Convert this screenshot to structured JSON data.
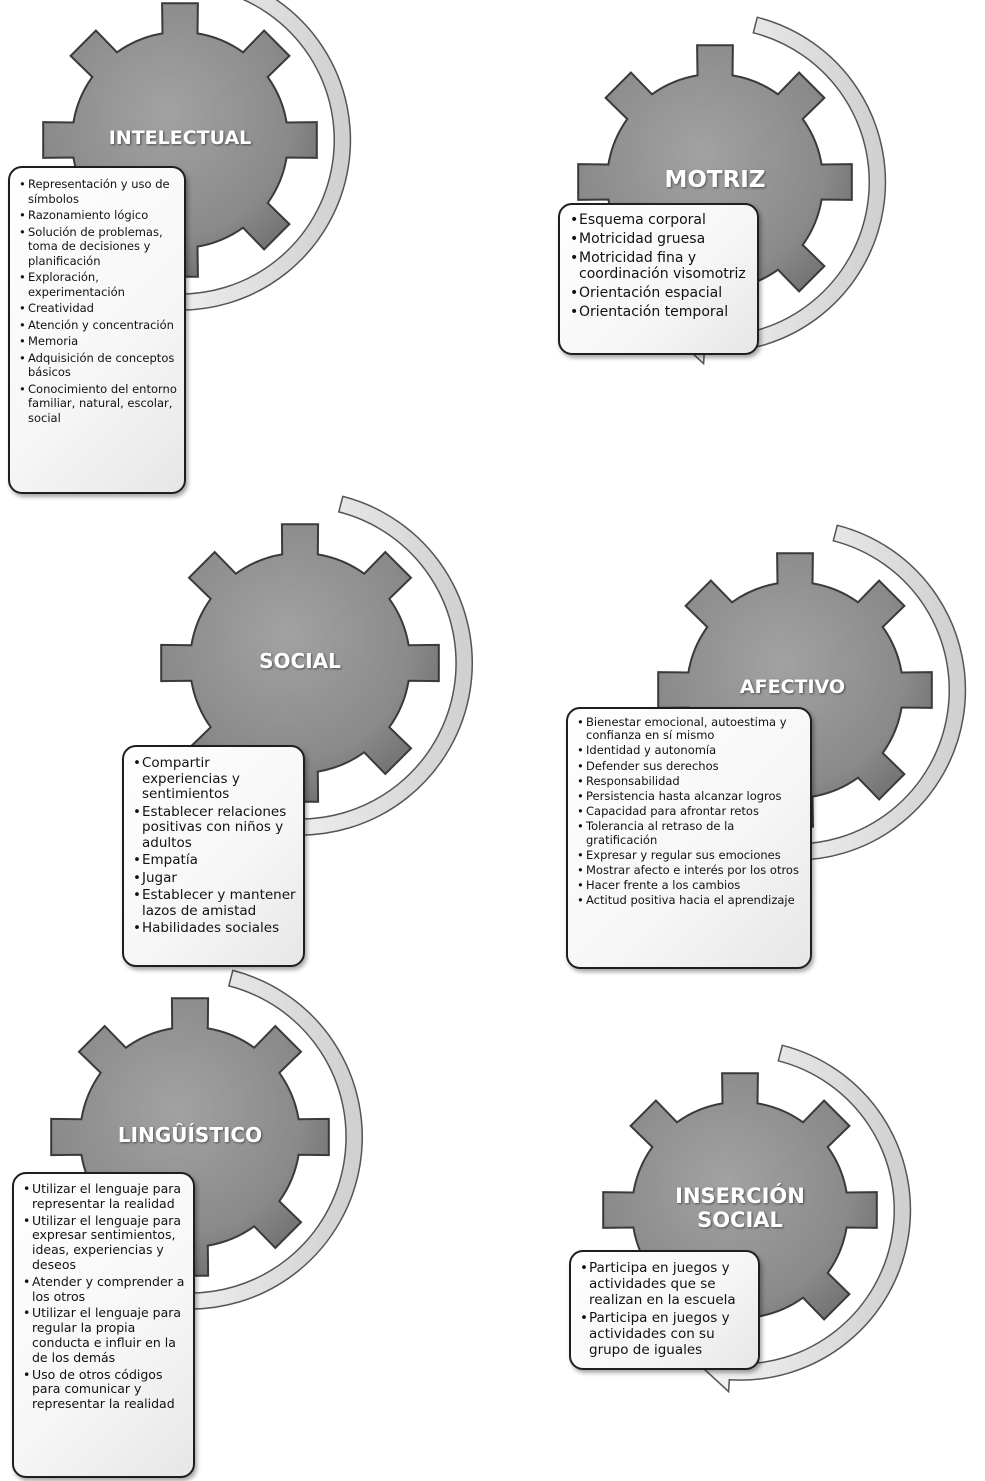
{
  "colors": {
    "gear": "#8c8c8c",
    "gear_outline": "#3a3a3a",
    "arrow": "#e4e4e4",
    "title_text": "#ffffff"
  },
  "areas": {
    "intelectual": {
      "title": "INTELECTUAL",
      "items": [
        "Representación y uso de símbolos",
        "Razonamiento lógico",
        "Solución de problemas, toma de decisiones y planificación",
        "Exploración, experimentación",
        "Creatividad",
        "Atención y concentración",
        "Memoria",
        "Adquisición de conceptos básicos",
        "Conocimiento del entorno familiar, natural, escolar, social"
      ]
    },
    "motriz": {
      "title": "MOTRIZ",
      "items": [
        "Esquema corporal",
        "Motricidad gruesa",
        "Motricidad fina y coordinación visomotriz",
        "Orientación espacial",
        "Orientación temporal"
      ]
    },
    "social": {
      "title": "SOCIAL",
      "items": [
        "Compartir experiencias y sentimientos",
        "Establecer relaciones positivas con niños y adultos",
        "Empatía",
        "Jugar",
        "Establecer y mantener lazos de amistad",
        "Habilidades sociales"
      ]
    },
    "afectivo": {
      "title": "AFECTIVO",
      "items": [
        "Bienestar emocional, autoestima y confianza en sí mismo",
        "Identidad y autonomía",
        "Defender sus derechos",
        "Responsabilidad",
        "Persistencia hasta alcanzar logros",
        "Capacidad para afrontar retos",
        "Tolerancia al retraso de la gratificación",
        "Expresar y regular sus emociones",
        "Mostrar afecto e interés por los otros",
        "Hacer frente a los cambios",
        "Actitud positiva hacia el aprendizaje"
      ]
    },
    "linguistico": {
      "title": "LINGÛÍSTICO",
      "items": [
        "Utilizar el lenguaje para representar la realidad",
        "Utilizar el lenguaje para expresar sentimientos, ideas, experiencias y deseos",
        "Atender y comprender a los otros",
        "Utilizar el lenguaje para regular la propia conducta e influir en la de los demás",
        "Uso de otros códigos para comunicar y representar la realidad"
      ]
    },
    "insercion": {
      "title_line1": "INSERCIÓN",
      "title_line2": "SOCIAL",
      "items": [
        "Participa en juegos y actividades que se realizan en la escuela",
        "Participa en juegos y actividades con su grupo de iguales"
      ]
    }
  }
}
